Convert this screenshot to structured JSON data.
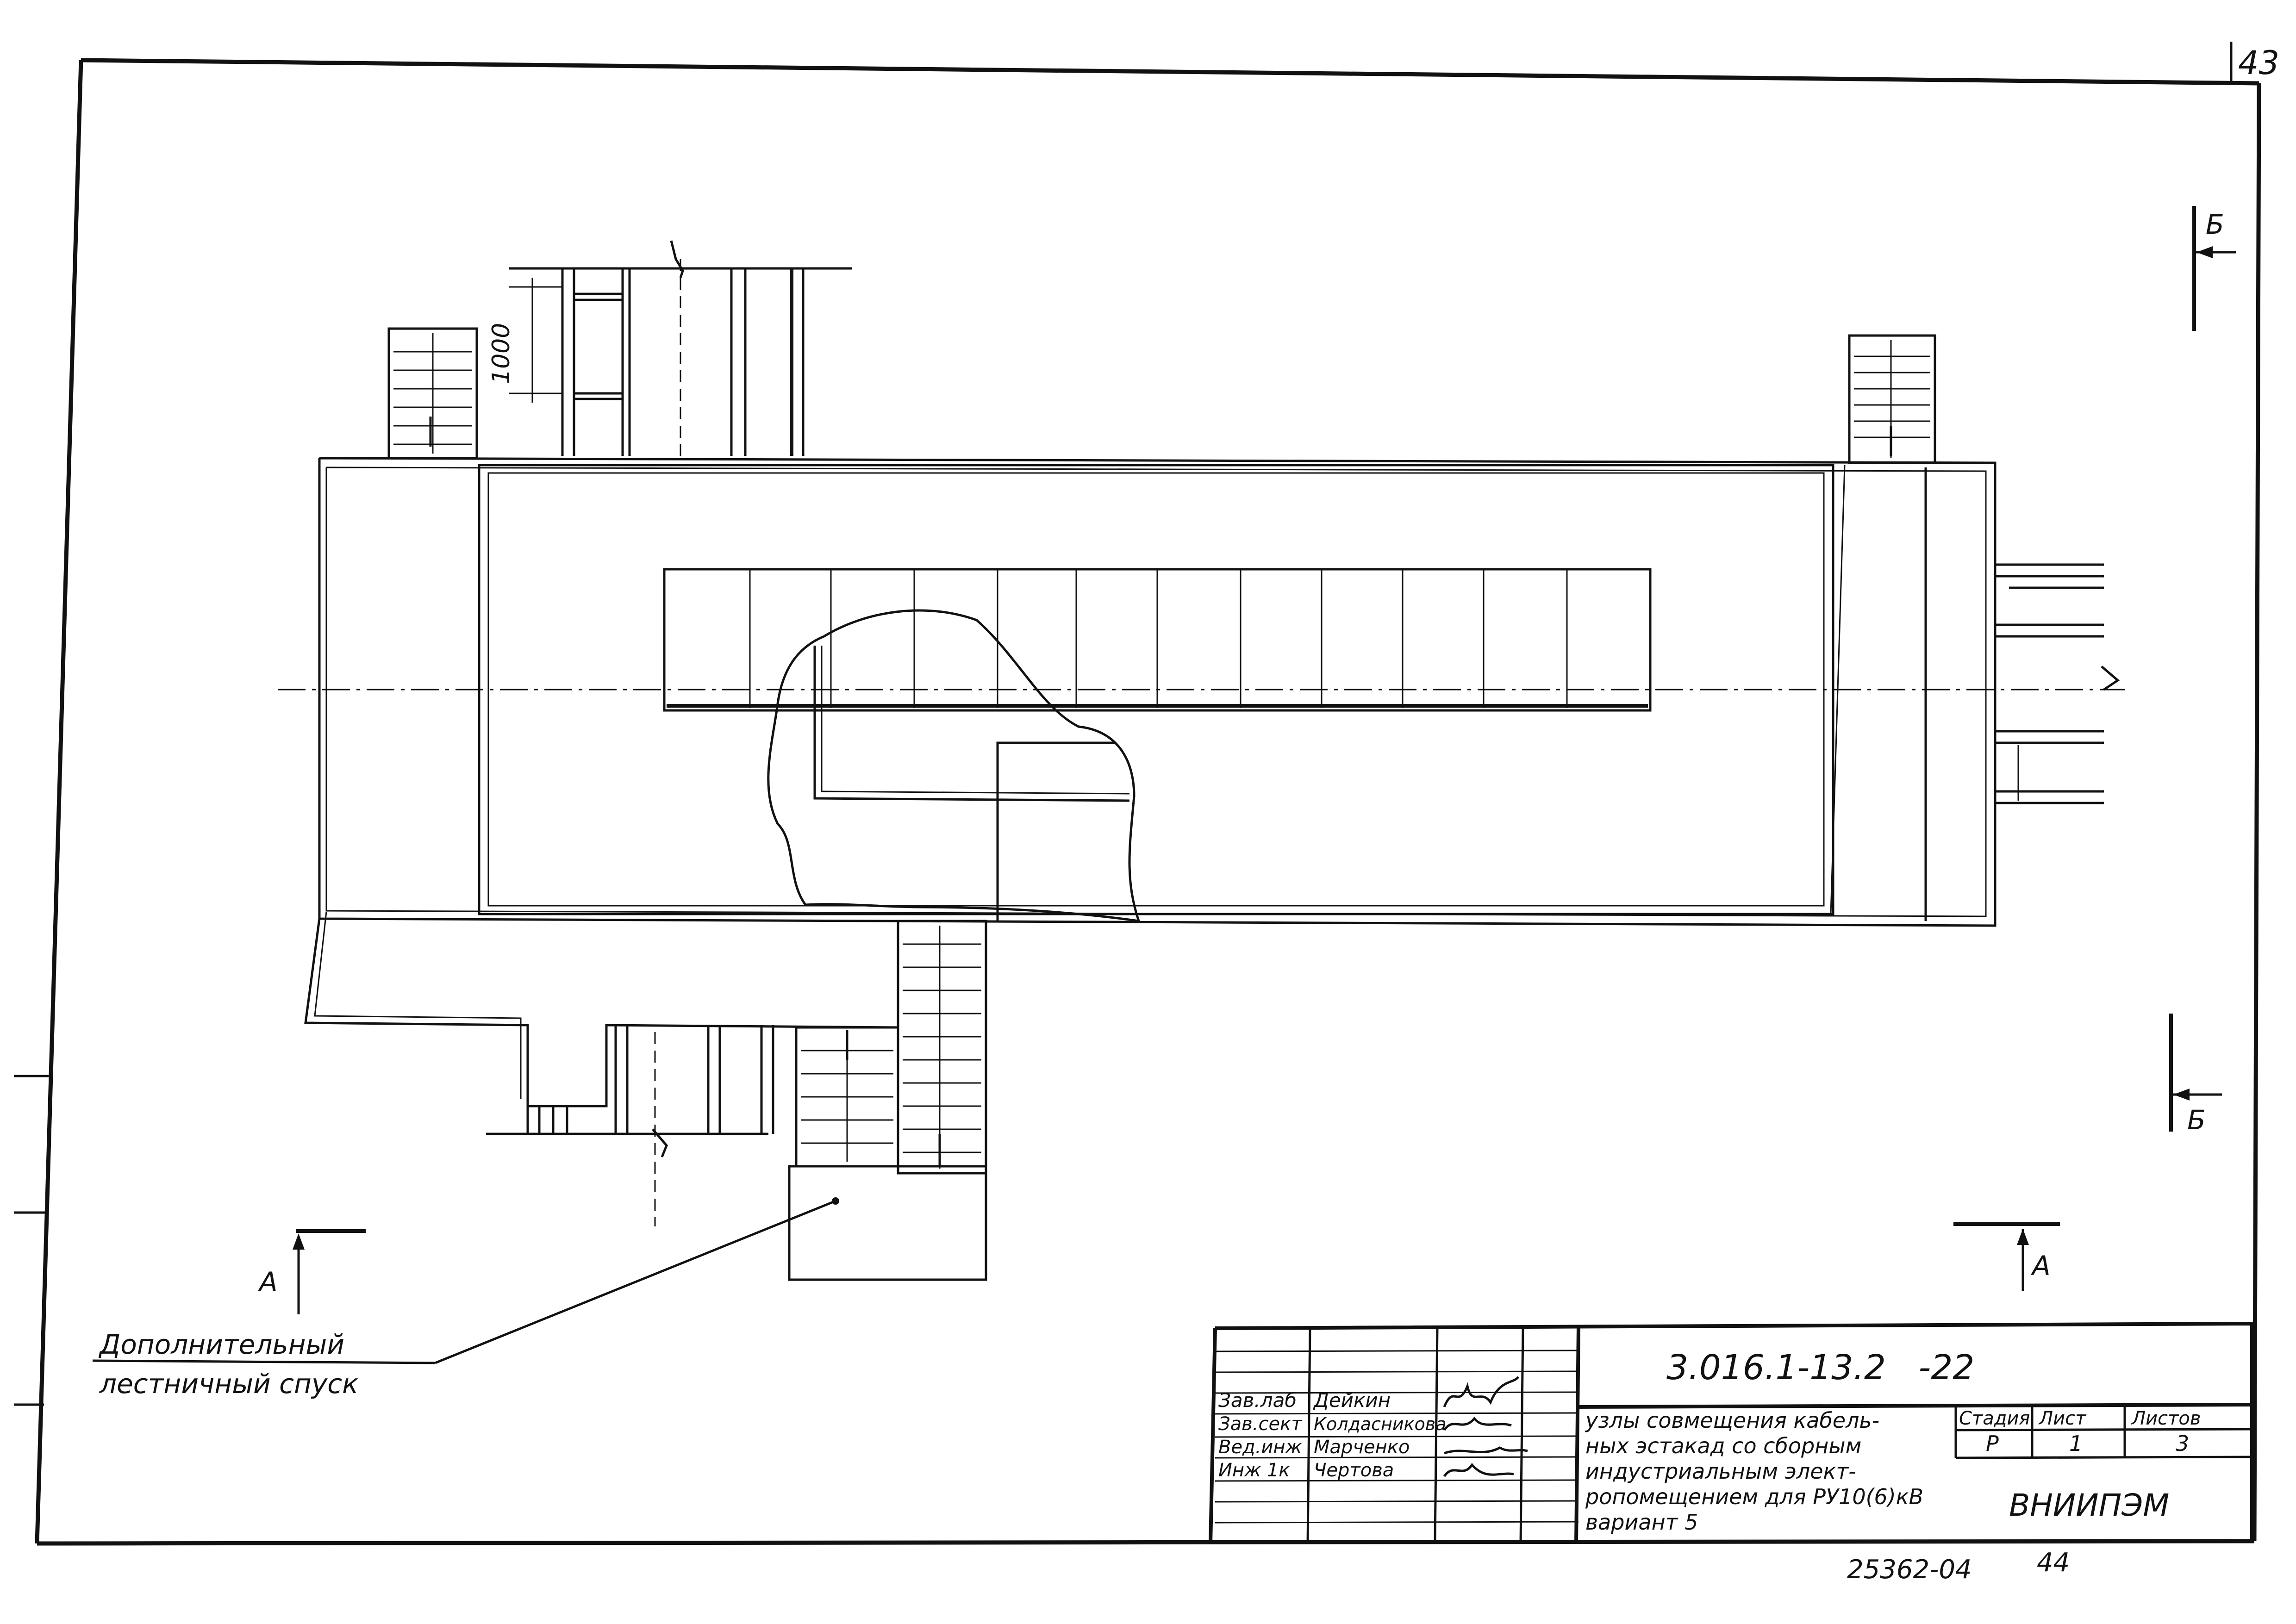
{
  "page": {
    "sheet_number_top": "43",
    "sheet_number_bottom": "44",
    "archive_number": "25362-04"
  },
  "drawing": {
    "dimension_1000": "1000",
    "section_a_left": "А",
    "section_a_right": "А",
    "section_b_top": "Б",
    "section_b_bottom": "Б",
    "leader_line1": "Дополнительный",
    "leader_line2": "лестничный спуск"
  },
  "title_block": {
    "designation": "3.016.1-13.2   -22",
    "title_lines": [
      "узлы совмещения кабель-",
      "ных эстакад со сборным",
      "индустриальным элект-",
      "ропомещением для РУ10(6)кВ",
      "вариант 5"
    ],
    "stage_label": "Стадия",
    "sheet_label": "Лист",
    "sheets_label": "Листов",
    "stage_value": "Р",
    "sheet_value": "1",
    "sheets_value": "3",
    "organization": "ВНИИПЭМ",
    "signatures": [
      {
        "role": "Зав.лаб",
        "name": "Дейкин"
      },
      {
        "role": "Зав.сект",
        "name": "Колдасникова"
      },
      {
        "role": "Вед.инж",
        "name": "Марченко"
      },
      {
        "role": "Инж 1к",
        "name": "Чертова"
      }
    ]
  }
}
